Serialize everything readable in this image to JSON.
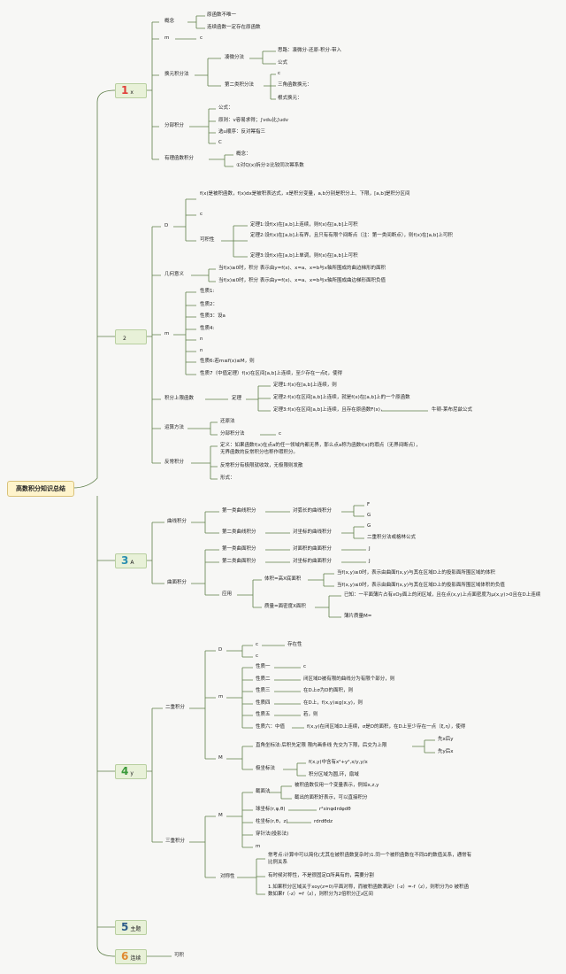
{
  "title": "高数积分知识总结",
  "s1": {
    "num": "1",
    "label": "x"
  },
  "s2": {
    "num": "",
    "label": "2"
  },
  "s3": {
    "num": "3",
    "label": "A"
  },
  "s4": {
    "num": "4",
    "label": "y"
  },
  "s5": {
    "num": "5",
    "label": "主题"
  },
  "s6": {
    "num": "6",
    "label": "连续"
  },
  "t": {
    "n001": "概念",
    "n002": "原函数不唯一",
    "n003": "连续函数一定存在原函数",
    "n004": "m",
    "n005": "c",
    "n006": "换元积分法",
    "n007": "凑微分法",
    "n008": "思路：凑微分-还原-积分-带入",
    "n009": "公式",
    "n010": "第二类积分法",
    "n011": "c",
    "n012": "三角函数换元：",
    "n013": "根式换元：",
    "n014": "分部积分",
    "n015": "公式：",
    "n016": "原则：v容易求得；∫vdu比∫udv",
    "n017": "选u顺序：反对幂指三",
    "n018": "C",
    "n019": "有理函数积分",
    "n020": "概念：",
    "n021": "①对Q(x)拆分②比较同次幂系数",
    "n022": "D",
    "n023": "f(x)是被积函数，f(x)dx是被积表达式，x是积分变量，a,b分别是积分上、下限，[a,b]是积分区间",
    "n024": "c",
    "n025": "可积性",
    "n026": "定理1:设f(x)在[a,b]上连续，则f(x)在[a,b]上可积",
    "n027": "定理2:设f(x)在[a,b]上有界，且只有有限个间断点（注：第一类间断点），则f(x)在[a,b]上可积",
    "n028": "定理3:设f(x)在[a,b]上单调，则f(x)在[a,b]上可积",
    "n029": "几何意义",
    "n030": "当f(x)≥0时，积分 表示由y=f(x)、x=a、x=b与x轴所围成的曲边梯形的面积",
    "n031": "当f(x)≤0时，积分 表示由y=f(x)、x=a、x=b与x轴所围成曲边梯形面积负值",
    "n032": "m",
    "n033": "性质1:",
    "n034": "性质2：",
    "n035": "性质3：设a",
    "n036": "性质4:",
    "n037": "n",
    "n038": "n",
    "n039": "性质6:若m≤f(x)≤M，则",
    "n040": "性质7（中值定理）f(x)在区间[a,b]上连续，至少存在一点ξ，使得",
    "n041": "积分上限函数",
    "n042": "定理",
    "n043": "定理1:f(x)在[a,b]上连续，则",
    "n044": "定理2:f(x)在区间[a,b]上连续，就是f(x)在[a,b]上的一个原函数",
    "n045": "定理3:f(x)在区间[a,b]上连续，且存在原函数F(x)，",
    "n046": "牛顿-莱布尼兹公式",
    "n047": "运算方法",
    "n048": "还原法",
    "n049": "分部积分法",
    "n050": "c",
    "n051": "反常积分",
    "n052": "定义：如果函数f(x)在点a的任一领域内都无界，那么点a称为函数f(x)的瑕点（无界间断点），无界函数的反常积分也称作瑕积分。",
    "n053": "反常积分有极限就收敛，无极限则发散",
    "n054": "形式：",
    "n055": "曲线积分",
    "n056": "第一类曲线积分",
    "n057": "对弧长的曲线积分",
    "n058": "F",
    "n059": "G",
    "n060": "第二类曲线积分",
    "n061": "对坐标的曲线积分",
    "n062": "G",
    "n063": "二重积分法或格林公式",
    "n064": "曲面积分",
    "n065": "第一类曲面积分",
    "n066": "对面积的曲面积分",
    "n067": "J",
    "n068": "第二类曲面积分",
    "n069": "对坐标的曲面积分",
    "n070": "J",
    "n071": "应用",
    "n072": "体积=高X底面积",
    "n073": "当f(x,y)≥0时，表示由曲面f(x,y)与其在区域D上的投影面所围区域的体积",
    "n074": "当f(x,y)≤0时，表示由曲面f(x,y)与其在区域D上的投影面所围区域体积的负值",
    "n075": "质量=面密度X面积",
    "n076": "已知：一平面薄片占有xOy面上的闭区域，且在点(x,y)上点面密度为μ(x,y)>0且在D上连续",
    "n077": "薄片质量M=",
    "n078": "D",
    "n079": "c",
    "n080": "存在性",
    "n081": "c",
    "n082": "m",
    "n083": "性质一",
    "n084": "c",
    "n085": "性质二",
    "n086": "闭区域D被有限的曲线分为有限个部分，则",
    "n087": "性质三",
    "n088": "在D上σ为D的面积，则",
    "n089": "性质四",
    "n090": "在D上，f(x,y)≤g(x,y)，则",
    "n091": "性质五",
    "n092": "若，则",
    "n093": "性质六：中值",
    "n094": "f(x,y)在闭区域D上连续，σ是D的面积，在D上至少存在一点（ξ,η），使得",
    "n095": "M",
    "n096": "直角坐标法:后积先定限 限内画条线 先交为下限，后交为上限",
    "n097": "先x后y",
    "n098": "先y后x",
    "n099": "极坐标法",
    "n100": "f(x,y)中含有x²+y²,x/y,y/x",
    "n101": "积分区域为圆,环，扇域",
    "n102": "二重积分",
    "n103": "三重积分",
    "n104": "M",
    "n105": "截面法",
    "n106": "被积函数仅用一个变量表示，例如x,z,y",
    "n107": "截出的面积好表示，可以直接积分",
    "n108": "球坐标(r,φ,θ)",
    "n109": "r²sinφdrdφdθ",
    "n110": "柱坐标(r,θ，z)",
    "n111": "rdrdθdz",
    "n112": "穿针法(投影法)",
    "n113": "m",
    "n114": "对称性",
    "n115": "常考点:计算中可以简化(尤其在被积函数复杂时)1.同一个被积函数在不同Ω的数值关系，通常有比例关系",
    "n116": "有时候对称性，不是很固定Ω所具有的，需要分割",
    "n117": "1.如果积分区域关于xoy(z=0)平面对称，而被积函数满足f（-z）=-f（z），则积分为0 被积函数如果f（-z）=f（z），则积分为2倍积分正z区间",
    "n118": "可积"
  }
}
